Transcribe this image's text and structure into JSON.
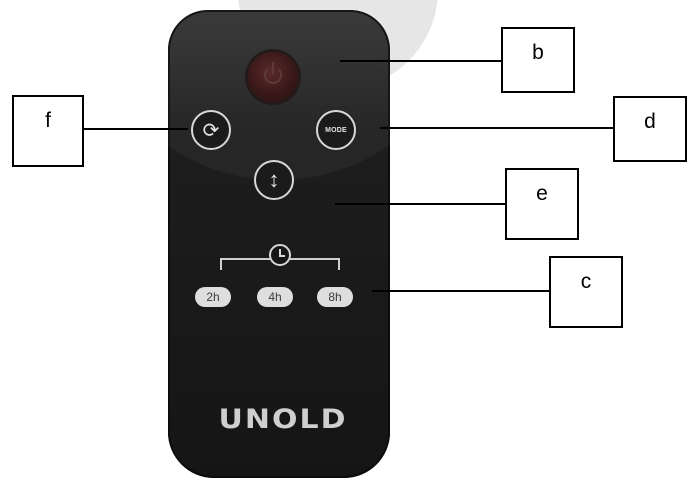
{
  "remote": {
    "brand": "UNOLD",
    "timer_buttons": [
      "2h",
      "4h",
      "8h"
    ],
    "mode_label": "MODE"
  },
  "callouts": {
    "b": "b",
    "c": "c",
    "d": "d",
    "e": "e",
    "f": "f"
  },
  "icons": [
    "power-icon",
    "oscillation-icon",
    "fan-speed-icon",
    "clock-icon"
  ],
  "colors": {
    "remote_body": "#1a1a1a",
    "power_button": "#3a1818",
    "button_ring": "#d8d8d8",
    "timer_pill": "#dedede"
  }
}
